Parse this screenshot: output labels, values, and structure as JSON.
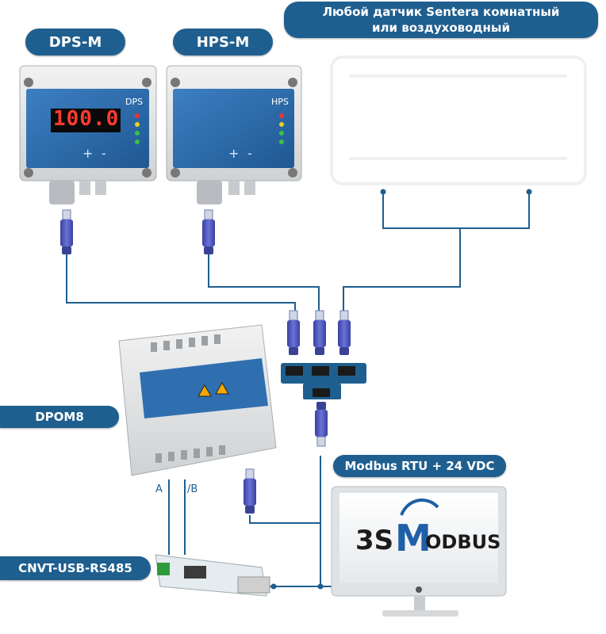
{
  "labels": {
    "dps_m": "DPS-M",
    "hps_m": "HPS-M",
    "sensor_note_line1": "Любой датчик Sentera комнатный",
    "sensor_note_line2": "или воздуховодный",
    "dpom8": "DPOM8",
    "modbus": "Modbus RTU + 24 VDC",
    "cnvt": "CNVT-USB-RS485",
    "wire_a": "A",
    "wire_b": "/B"
  },
  "devices": {
    "dps_display": "100.0",
    "dps_brand": "DPS",
    "hps_brand": "HPS",
    "plus": "+",
    "minus": "-"
  },
  "monitor": {
    "logo_left": "3S",
    "logo_m": "M",
    "logo_right": "ODBUS"
  },
  "colors": {
    "tag_fill": "#1f5f8f",
    "wire": "#1f5f8f",
    "panel": "#2f6fb0",
    "plug": "#4b53b8"
  }
}
